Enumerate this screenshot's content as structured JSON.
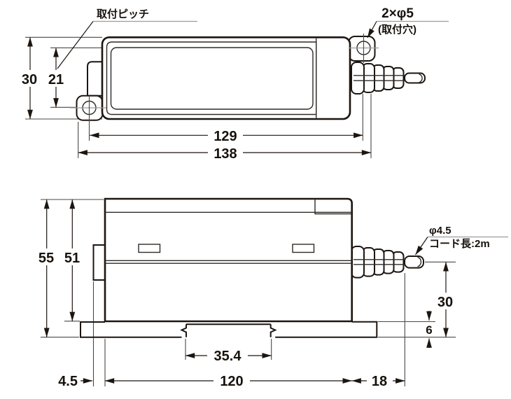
{
  "drawing": {
    "type": "mechanical-dimension-drawing",
    "background": "#ffffff",
    "line_color": "#1c1510",
    "top_view": {
      "labels": {
        "mounting_pitch": "取付ピッチ",
        "mounting_holes": "2×φ5",
        "mounting_holes_note": "(取付穴)"
      },
      "dimensions": {
        "body_width": "30",
        "hole_pitch_vertical": "21",
        "hole_pitch_horizontal": "129",
        "overall_length": "138"
      }
    },
    "side_view": {
      "labels": {
        "cable_diameter": "φ4.5",
        "cord_length": "コード長:2m"
      },
      "dimensions": {
        "overall_height": "55",
        "body_height": "51",
        "tab_offset": "4.5",
        "body_length": "120",
        "boot_length": "18",
        "cable_center_height": "30",
        "step_height": "6",
        "rail_notch_width": "35.4"
      }
    }
  }
}
